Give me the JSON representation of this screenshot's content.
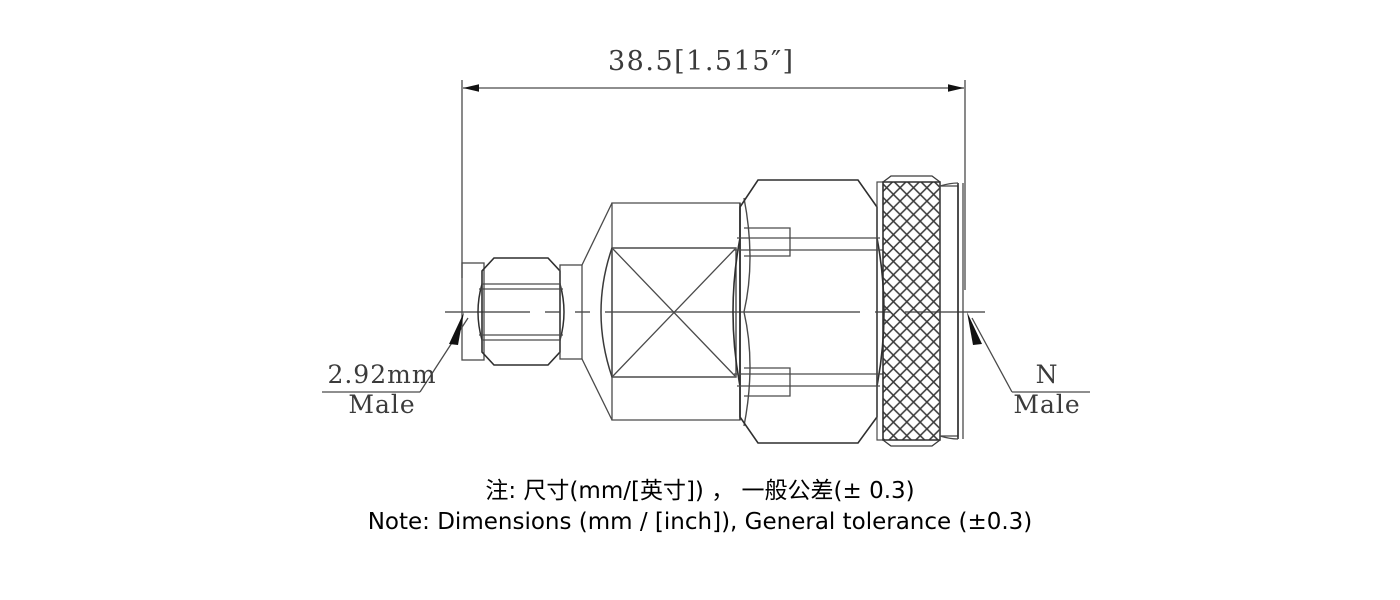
{
  "drawing": {
    "title_dimension": "38.5[1.515″]",
    "dimension_value_mm": "38.5",
    "dimension_value_inch": "1.515″",
    "left_callout": {
      "connector": "2.92mm",
      "gender": "Male"
    },
    "right_callout": {
      "connector": "N",
      "gender": "Male"
    },
    "notes": {
      "line_cn": "注: 尺寸(mm/[英寸]) ， 一般公差(± 0.3)",
      "line_en": "Note: Dimensions (mm / [inch]), General tolerance (±0.3)"
    },
    "colors": {
      "line": "#4a4a4a",
      "line_dark": "#2a2a2a",
      "text": "#3b3b3b",
      "note_text": "#000000",
      "background": "#ffffff"
    }
  }
}
